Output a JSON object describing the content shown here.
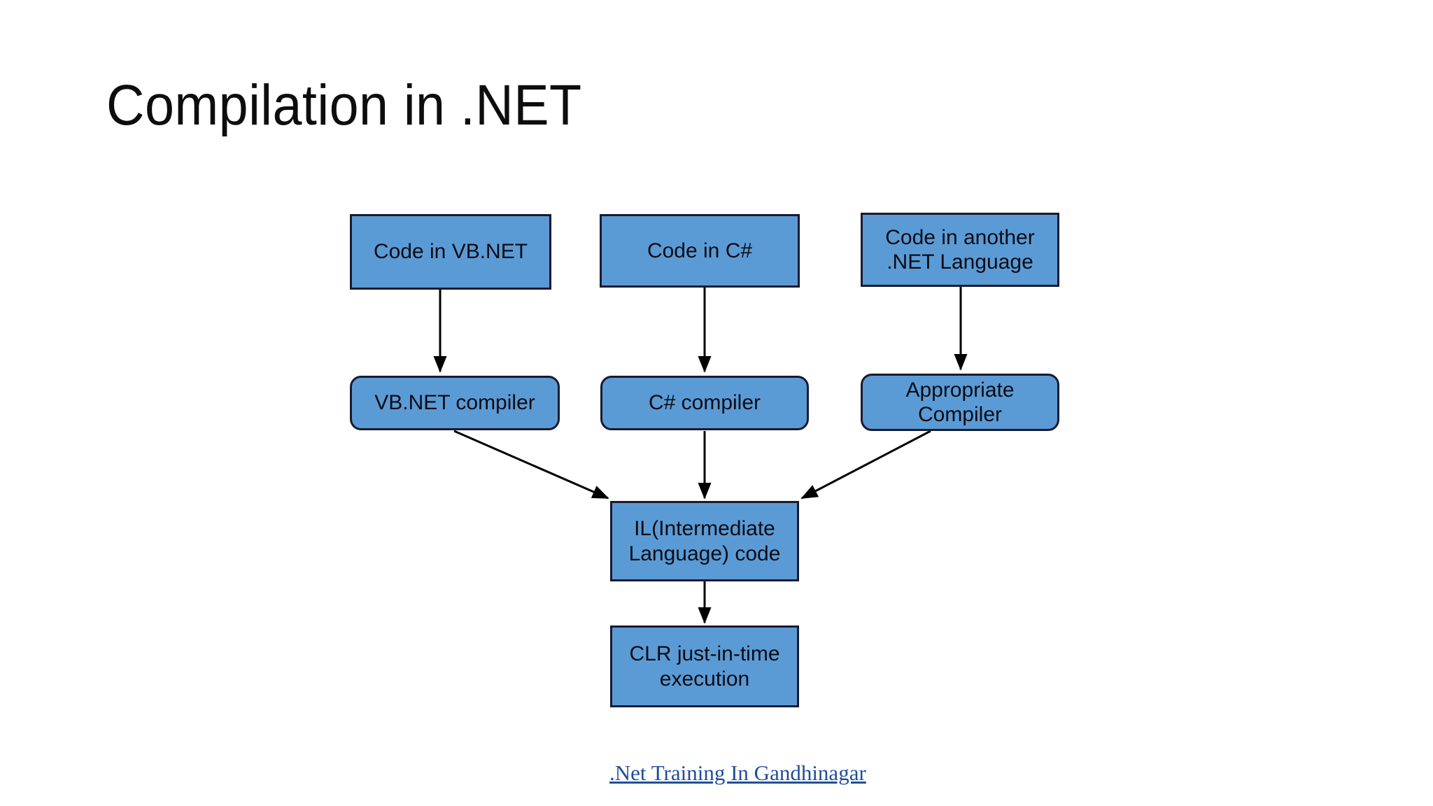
{
  "slide": {
    "title": "Compilation in .NET",
    "background_color": "#FFFFFF"
  },
  "theme": {
    "node_fill": "#5B9BD5",
    "node_border": "#1A1A2E",
    "node_text": "#0B0B14",
    "arrow_color": "#000000",
    "link_color": "#1F4E9C"
  },
  "diagram": {
    "type": "flowchart",
    "nodes": [
      {
        "id": "vbnet-source",
        "label": "Code in VB.NET",
        "shape": "rectangle",
        "row": 1,
        "column": 1
      },
      {
        "id": "csharp-source",
        "label": "Code in C#",
        "shape": "rectangle",
        "row": 1,
        "column": 2
      },
      {
        "id": "other-source",
        "label": "Code in another\n.NET Language",
        "shape": "rectangle",
        "row": 1,
        "column": 3
      },
      {
        "id": "vbnet-compiler",
        "label": "VB.NET compiler",
        "shape": "rounded-rectangle",
        "row": 2,
        "column": 1
      },
      {
        "id": "csharp-compiler",
        "label": "C# compiler",
        "shape": "rounded-rectangle",
        "row": 2,
        "column": 2
      },
      {
        "id": "appropriate-compiler",
        "label": "Appropriate\nCompiler",
        "shape": "rounded-rectangle",
        "row": 2,
        "column": 3
      },
      {
        "id": "il-code",
        "label": "IL(Intermediate\nLanguage) code",
        "shape": "rectangle",
        "row": 3,
        "column": 2
      },
      {
        "id": "clr-execution",
        "label": "CLR just-in-time\nexecution",
        "shape": "rectangle",
        "row": 4,
        "column": 2
      }
    ],
    "edges": [
      {
        "from": "vbnet-source",
        "to": "vbnet-compiler",
        "style": "straight-down",
        "arrowhead": true
      },
      {
        "from": "csharp-source",
        "to": "csharp-compiler",
        "style": "straight-down",
        "arrowhead": true
      },
      {
        "from": "other-source",
        "to": "appropriate-compiler",
        "style": "straight-down",
        "arrowhead": true
      },
      {
        "from": "vbnet-compiler",
        "to": "il-code",
        "style": "diagonal-right-down",
        "arrowhead": true
      },
      {
        "from": "csharp-compiler",
        "to": "il-code",
        "style": "straight-down",
        "arrowhead": true
      },
      {
        "from": "appropriate-compiler",
        "to": "il-code",
        "style": "diagonal-left-down",
        "arrowhead": true
      },
      {
        "from": "il-code",
        "to": "clr-execution",
        "style": "straight-down",
        "arrowhead": true
      }
    ]
  },
  "footer": {
    "link_text": ".Net Training In Gandhinagar"
  }
}
